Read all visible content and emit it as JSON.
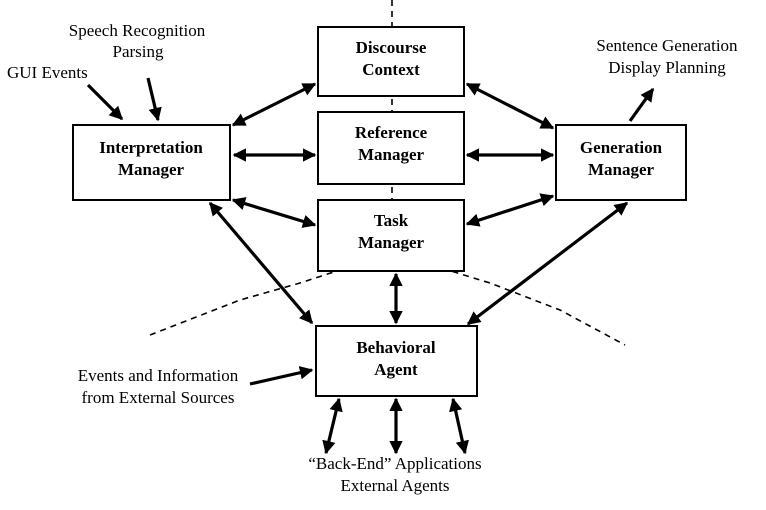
{
  "boxes": {
    "discourse_context": [
      "Discourse",
      "Context"
    ],
    "reference_manager": [
      "Reference",
      "Manager"
    ],
    "task_manager": [
      "Task",
      "Manager"
    ],
    "interpretation_manager": [
      "Interpretation",
      "Manager"
    ],
    "generation_manager": [
      "Generation",
      "Manager"
    ],
    "behavioral_agent": [
      "Behavioral",
      "Agent"
    ]
  },
  "labels": {
    "speech": [
      "Speech Recognition",
      "Parsing"
    ],
    "gui_events": "GUI Events",
    "sentence_generation": [
      "Sentence Generation",
      "Display Planning"
    ],
    "external_sources": [
      "Events and Information",
      "from External Sources"
    ],
    "backend": [
      "“Back-End” Applications",
      "External Agents"
    ]
  }
}
